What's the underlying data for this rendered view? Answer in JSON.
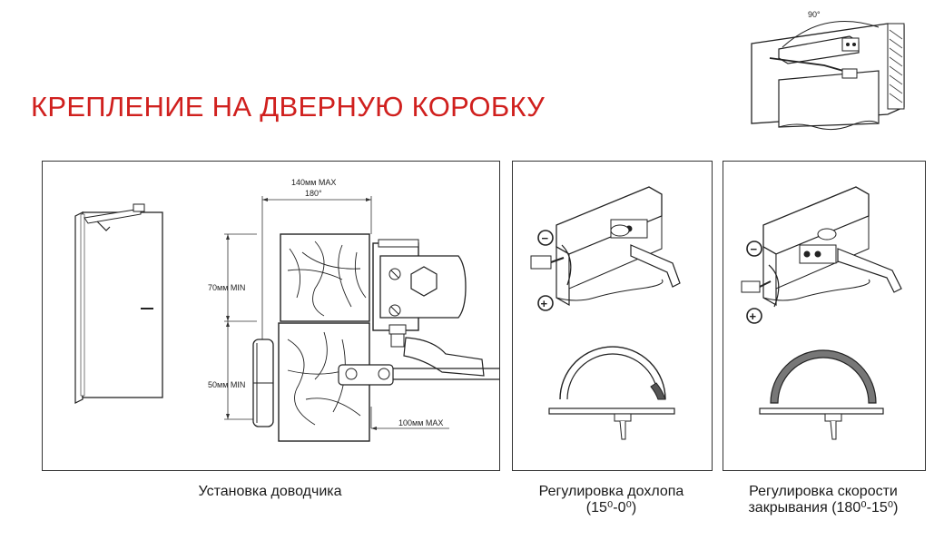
{
  "header": {
    "title": "КРЕПЛЕНИЕ НА ДВЕРНУЮ КОРОБКУ"
  },
  "thumbnail": {
    "angle_label": "90°"
  },
  "panel_install": {
    "dim_140_max": "140мм MAX",
    "dim_180": "180°",
    "dim_70_min": "70мм MIN",
    "dim_50_min": "50мм MIN",
    "dim_100_max": "100мм MAX",
    "caption": "Установка доводчика"
  },
  "panel_latch": {
    "minus": "−",
    "plus": "+",
    "caption_line1": "Регулировка дохлопа",
    "caption_line2": "(15⁰-0⁰)"
  },
  "panel_speed": {
    "minus": "−",
    "plus": "+",
    "caption_line1": "Регулировка скорости",
    "caption_line2": "закрывания (180⁰-15⁰)"
  }
}
